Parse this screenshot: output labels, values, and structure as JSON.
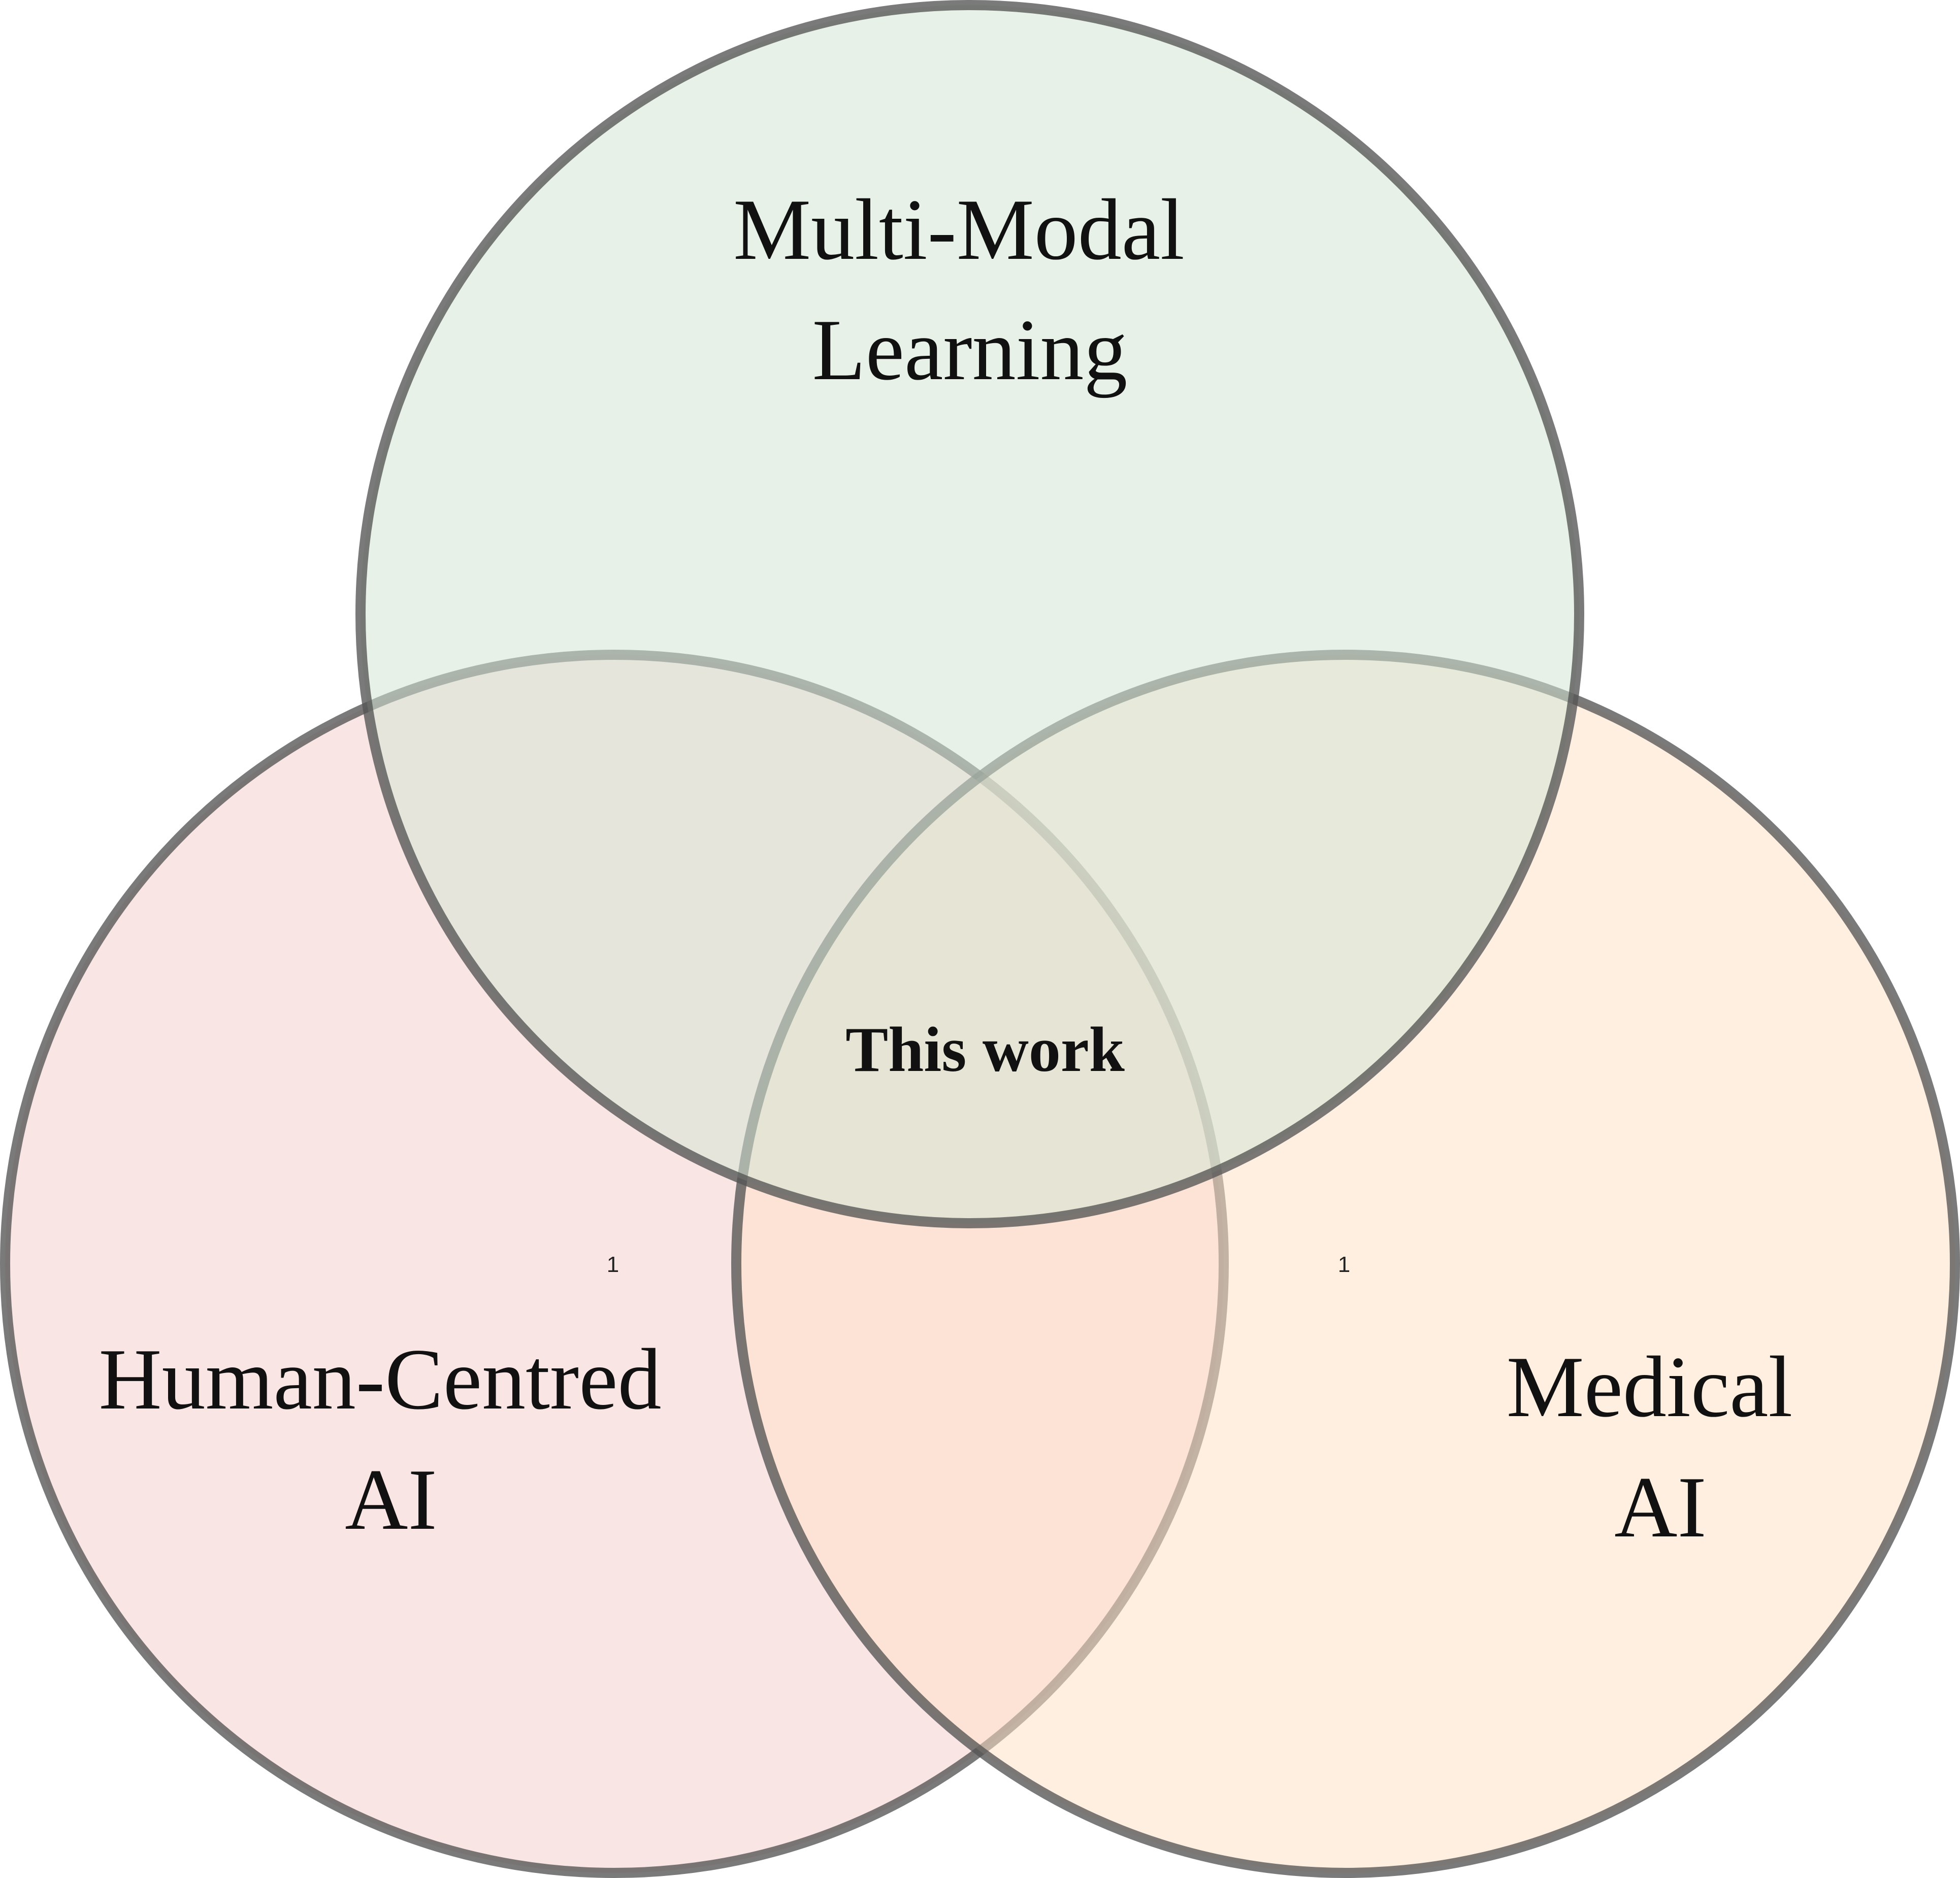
{
  "diagram": {
    "type": "venn",
    "sets": [
      {
        "id": "multimodal",
        "label_lines": [
          "Multi-Modal",
          "Learning"
        ],
        "fill": "#d3e6d5"
      },
      {
        "id": "human",
        "label_lines": [
          "Human-Centred",
          "AI"
        ],
        "fill": "#f5cfd0"
      },
      {
        "id": "medical",
        "label_lines": [
          "Medical",
          "AI"
        ],
        "fill": "#fde2c9"
      }
    ],
    "intersection_label": "This work",
    "markers": [
      "1",
      "1"
    ],
    "outline_color": "#545454"
  }
}
